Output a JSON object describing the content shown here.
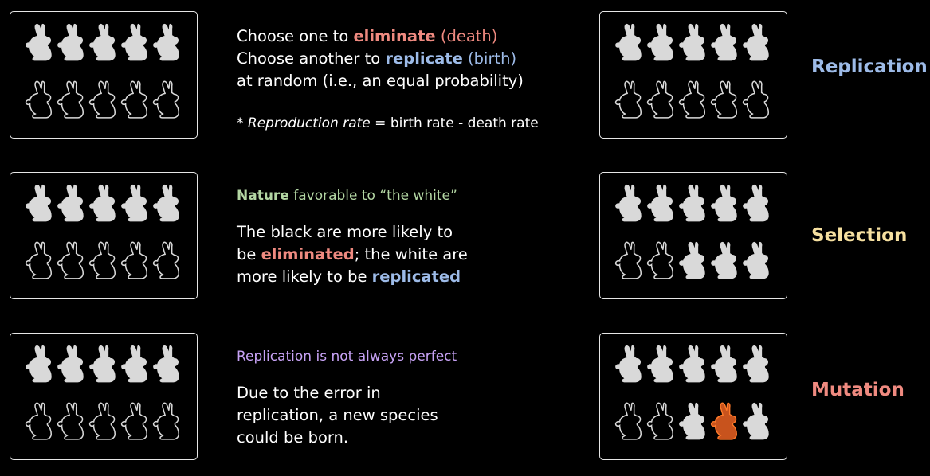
{
  "panel1": {
    "line1_pre": "Choose one to ",
    "line1_em": "eliminate",
    "line1_post": " (death)",
    "line2_pre": "Choose another to ",
    "line2_em": "replicate",
    "line2_post": " (birth)",
    "line3": "at random (i.e., an equal probability)",
    "note_star": "* ",
    "note_em": "Reproduction rate",
    "note_post": " = birth rate - death rate"
  },
  "panel2": {
    "heading_bold": "Nature",
    "heading_rest": " favorable to “the white”",
    "line1": "The black are more likely to",
    "line2_pre": "be ",
    "line2_em": "eliminated",
    "line2_post": "; the white are",
    "line3_pre": "more likely to be ",
    "line3_em": "replicated"
  },
  "panel3": {
    "heading": "Replication is not always perfect",
    "line1": "Due to the error in",
    "line2": "replication, a new species",
    "line3": "could be born."
  },
  "labels": {
    "replication": "Replication",
    "selection": "Selection",
    "mutation": "Mutation"
  },
  "colors": {
    "replication": "#9dbbe8",
    "selection": "#f6e0a0",
    "mutation": "#ef8a80",
    "mutant_rabbit": "#c8531d"
  },
  "grids": [
    {
      "top": [
        "white",
        "white",
        "white",
        "white",
        "white"
      ],
      "bottom": [
        "black",
        "black",
        "black",
        "black",
        "black"
      ]
    },
    {
      "top": [
        "white",
        "white",
        "white",
        "white",
        "white"
      ],
      "bottom": [
        "black",
        "black",
        "black",
        "black",
        "black"
      ]
    },
    {
      "top": [
        "white",
        "white",
        "white",
        "white",
        "white"
      ],
      "bottom": [
        "black",
        "black",
        "black",
        "black",
        "black"
      ]
    },
    {
      "top": [
        "white",
        "white",
        "white",
        "white",
        "white"
      ],
      "bottom": [
        "black",
        "black",
        "black",
        "black",
        "black"
      ]
    },
    {
      "top": [
        "white",
        "white",
        "white",
        "white",
        "white"
      ],
      "bottom": [
        "black",
        "black",
        "white",
        "white",
        "white"
      ]
    },
    {
      "top": [
        "white",
        "white",
        "white",
        "white",
        "white"
      ],
      "bottom": [
        "black",
        "black",
        "white",
        "orange",
        "white"
      ]
    }
  ]
}
